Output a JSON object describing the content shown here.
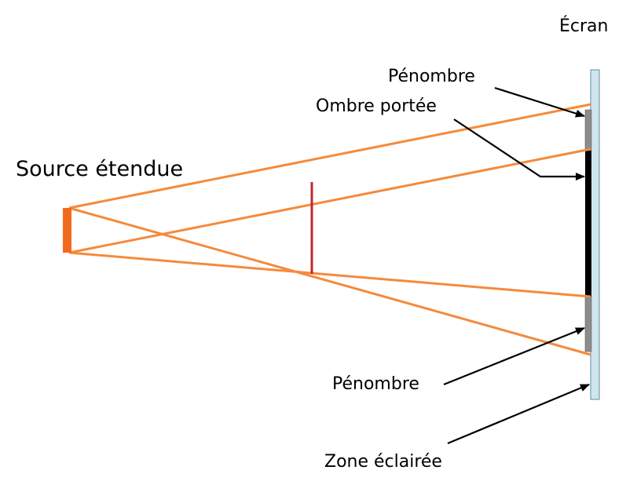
{
  "labels": {
    "source": "Source étendue",
    "screen": "Écran",
    "penumbra_top": "Pénombre",
    "shadow": "Ombre portée",
    "penumbra_bottom": "Pénombre",
    "lit_zone": "Zone éclairée"
  },
  "colors": {
    "rays": "#f58a3c",
    "source": "#f26b1d",
    "obstacle": "#c0282d",
    "screen_fill": "#cfe6ee",
    "screen_border": "#5d8fa0",
    "shadow": "#000000",
    "penumbra": "#8c8c8c",
    "arrows": "#000000"
  }
}
